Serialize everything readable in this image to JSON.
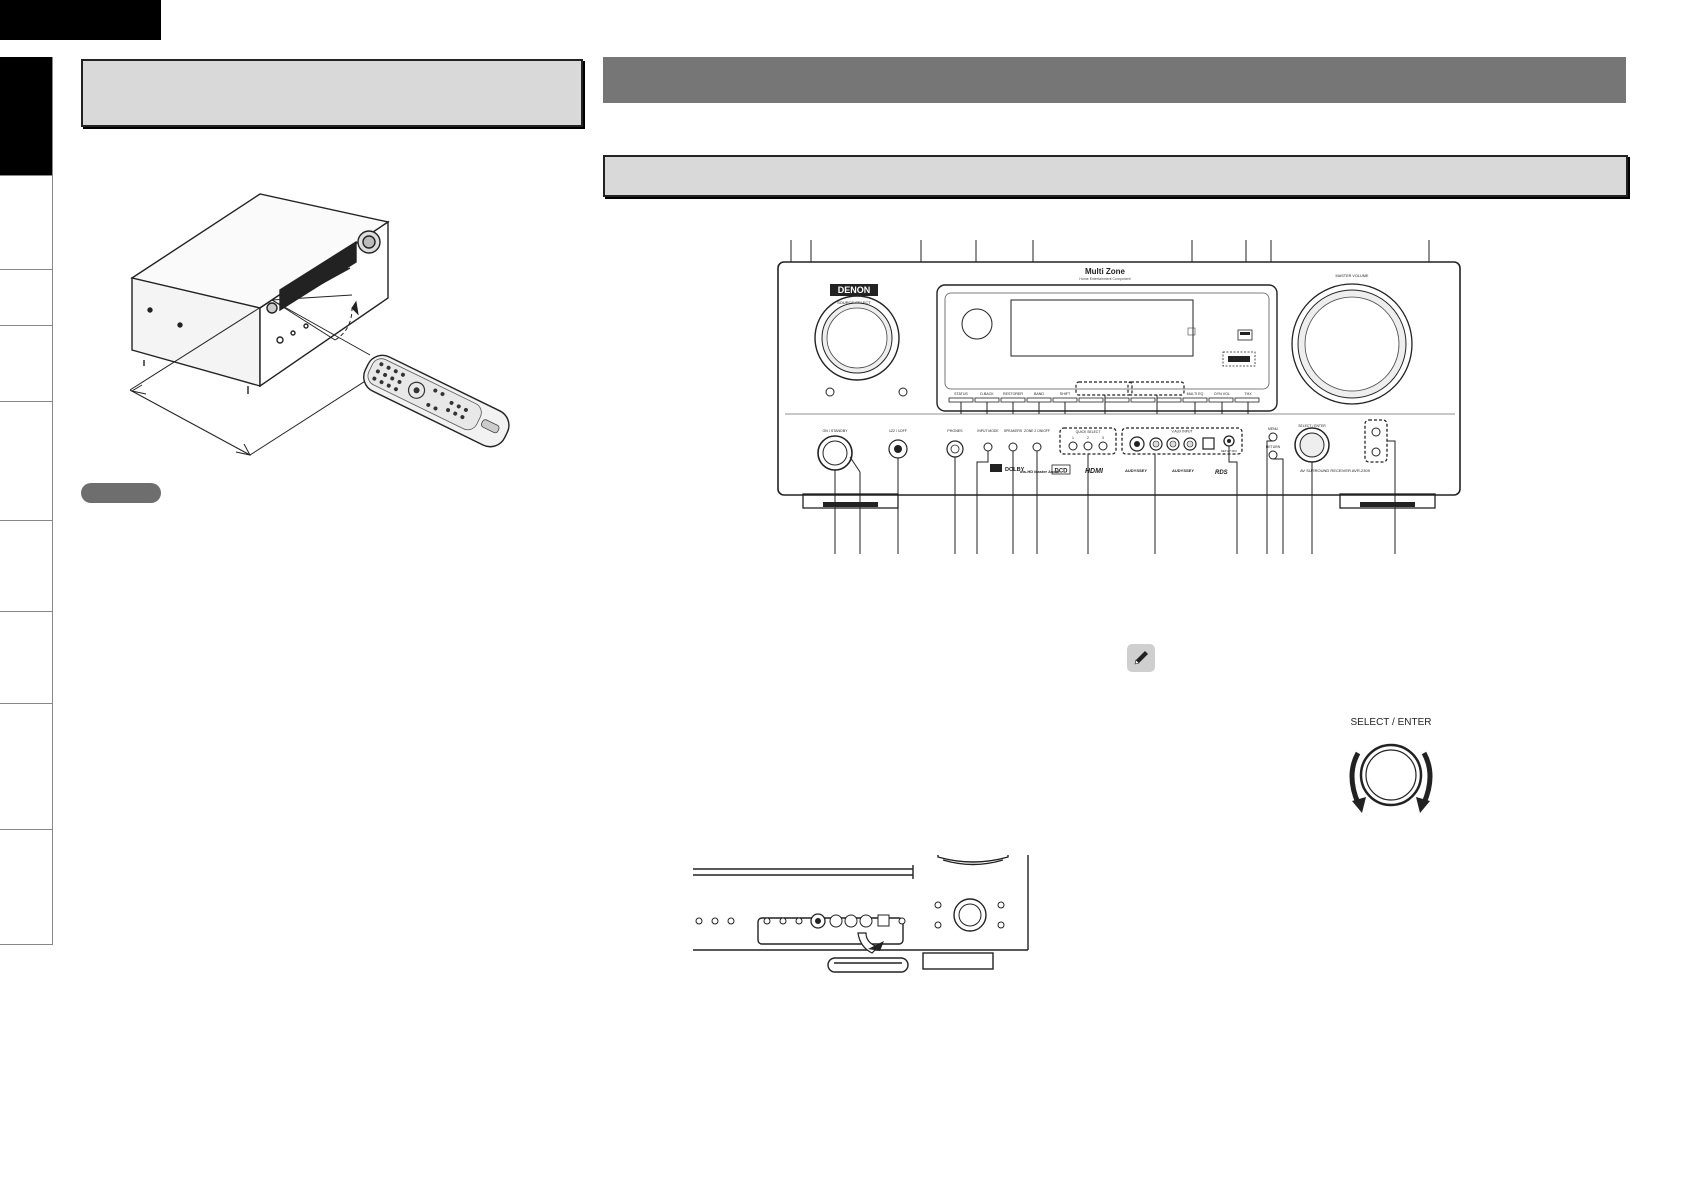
{
  "front_panel": {
    "brand": "DENON",
    "multi_zone": "Multi Zone",
    "multi_zone_sub": "Home Entertainment Component",
    "source_select": "SOURCE SELECT",
    "master_volume": "MASTER VOLUME",
    "select_enter": "SELECT / ENTER",
    "model": "AV SURROUND RECEIVER AVR-2309",
    "button_labels_top": [
      "STATUS",
      "D.BACK",
      "RESTORER",
      "BAND",
      "SHIFT",
      "MULTI EQ",
      "DYN VOL",
      "THX"
    ],
    "button_labels_bottom": [
      "ON / STANDBY",
      "λZ2 / λOFF",
      "PHONES",
      "INPUT MODE",
      "SPEAKERS",
      "ZONE 2 ON/OFF",
      "QUICK SELECT",
      "V.AUX INPUT",
      "SETUP MIC",
      "MENU",
      "RETURN"
    ],
    "quick_select_numbers": [
      "1",
      "2",
      "3"
    ],
    "logos": [
      "DOLBY",
      "dts-HD Master Audio",
      "DCD",
      "HDMI",
      "AUDYSSEY",
      "RDS"
    ]
  },
  "detail_figure": {
    "label": "SELECT / ENTER"
  }
}
